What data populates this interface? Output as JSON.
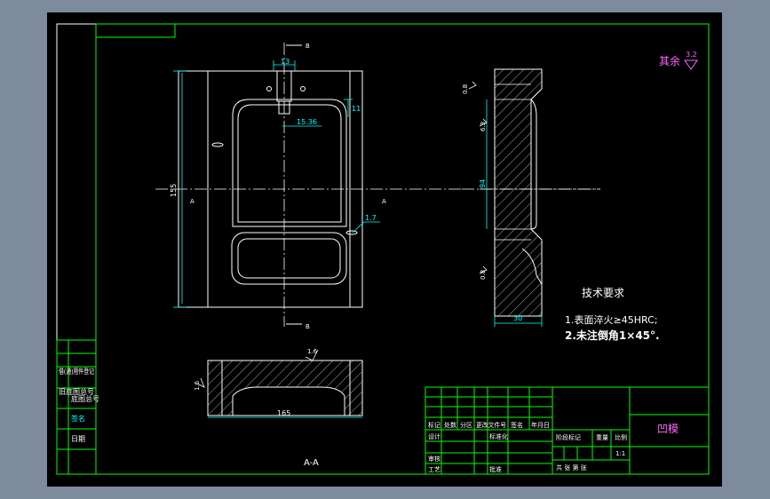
{
  "surface_finish": {
    "label": "其余",
    "value": "3.2"
  },
  "tech_requirements": {
    "title": "技术要求",
    "line1": "1.表面淬火≥45HRC;",
    "line2": "2.未注倒角1×45°."
  },
  "section_label": "A-A",
  "cut_labels": {
    "vertical": "B",
    "horizontal": "A"
  },
  "dims": {
    "top_width": "13",
    "inner_offset": "15.36",
    "pocket_depth": "11",
    "side_height": "155",
    "chamfer": "1.7",
    "section_width": "165",
    "profile_height": "94",
    "thickness": "30",
    "roughness_a": "0.8",
    "roughness_b": "6.3",
    "roughness_c": "0.8",
    "roughness_d": "1.6",
    "roughness_e": "1.6"
  },
  "title_block": {
    "part_name": "凹模",
    "mark_head": "标记",
    "count_head": "处数",
    "zone_head": "分区",
    "docno_head": "更改文件号",
    "sign_head": "签名",
    "date_head": "年月日",
    "design": "设计",
    "standard": "标准化",
    "stage_mark": "阶段标记",
    "weight": "重量",
    "scale": "比例",
    "review": "审核",
    "process": "工艺",
    "approve": "批准",
    "scale_value": "1:1",
    "sheet_info": "共 张  第 张"
  },
  "left_column": {
    "item1": "借(通)用件登记",
    "item2": "旧底图总号",
    "item3": "底图总号",
    "item4": "签名",
    "item5": "日期"
  },
  "colors": {
    "background": "#000000",
    "frame": "#00ff00",
    "outline": "#ffffff",
    "dimension": "#00ffff",
    "hatch": "#ffffff",
    "accent": "#ff00ff",
    "desktop": "#7d8b9d"
  }
}
